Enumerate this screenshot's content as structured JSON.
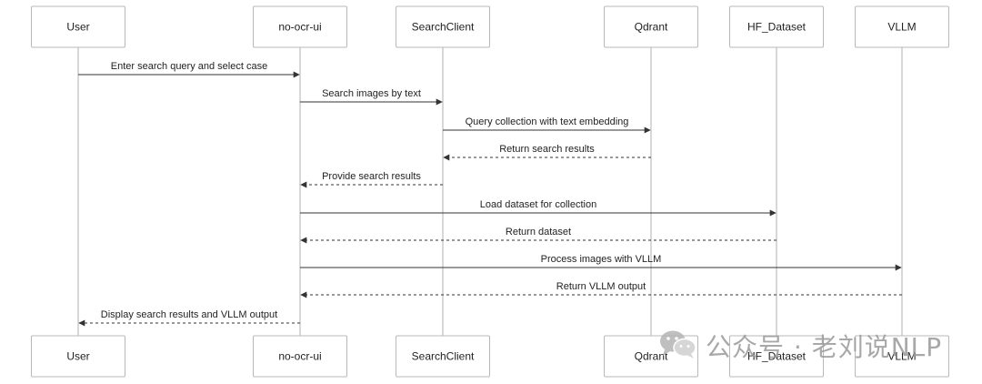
{
  "actors": [
    {
      "id": "user",
      "label": "User"
    },
    {
      "id": "ui",
      "label": "no-ocr-ui"
    },
    {
      "id": "search",
      "label": "SearchClient"
    },
    {
      "id": "qdrant",
      "label": "Qdrant"
    },
    {
      "id": "hf",
      "label": "HF_Dataset"
    },
    {
      "id": "vllm",
      "label": "VLLM"
    }
  ],
  "messages": [
    {
      "from": "user",
      "to": "ui",
      "label": "Enter search query and select case",
      "style": "solid"
    },
    {
      "from": "ui",
      "to": "search",
      "label": "Search images by text",
      "style": "solid"
    },
    {
      "from": "search",
      "to": "qdrant",
      "label": "Query collection with text embedding",
      "style": "solid"
    },
    {
      "from": "qdrant",
      "to": "search",
      "label": "Return search results",
      "style": "dashed"
    },
    {
      "from": "search",
      "to": "ui",
      "label": "Provide search results",
      "style": "dashed"
    },
    {
      "from": "ui",
      "to": "hf",
      "label": "Load dataset for collection",
      "style": "solid"
    },
    {
      "from": "hf",
      "to": "ui",
      "label": "Return dataset",
      "style": "dashed"
    },
    {
      "from": "ui",
      "to": "vllm",
      "label": "Process images with VLLM",
      "style": "solid"
    },
    {
      "from": "vllm",
      "to": "ui",
      "label": "Return VLLM output",
      "style": "dashed"
    },
    {
      "from": "ui",
      "to": "user",
      "label": "Display search results and VLLM output",
      "style": "dashed"
    }
  ],
  "watermark": {
    "text": "公众号 · 老刘说NLP",
    "icon": "wechat-icon"
  },
  "colors": {
    "line": "#333333",
    "box_border": "#b8b8b8",
    "lifeline": "#b0b0b0",
    "watermark": "#9a9a9a"
  }
}
